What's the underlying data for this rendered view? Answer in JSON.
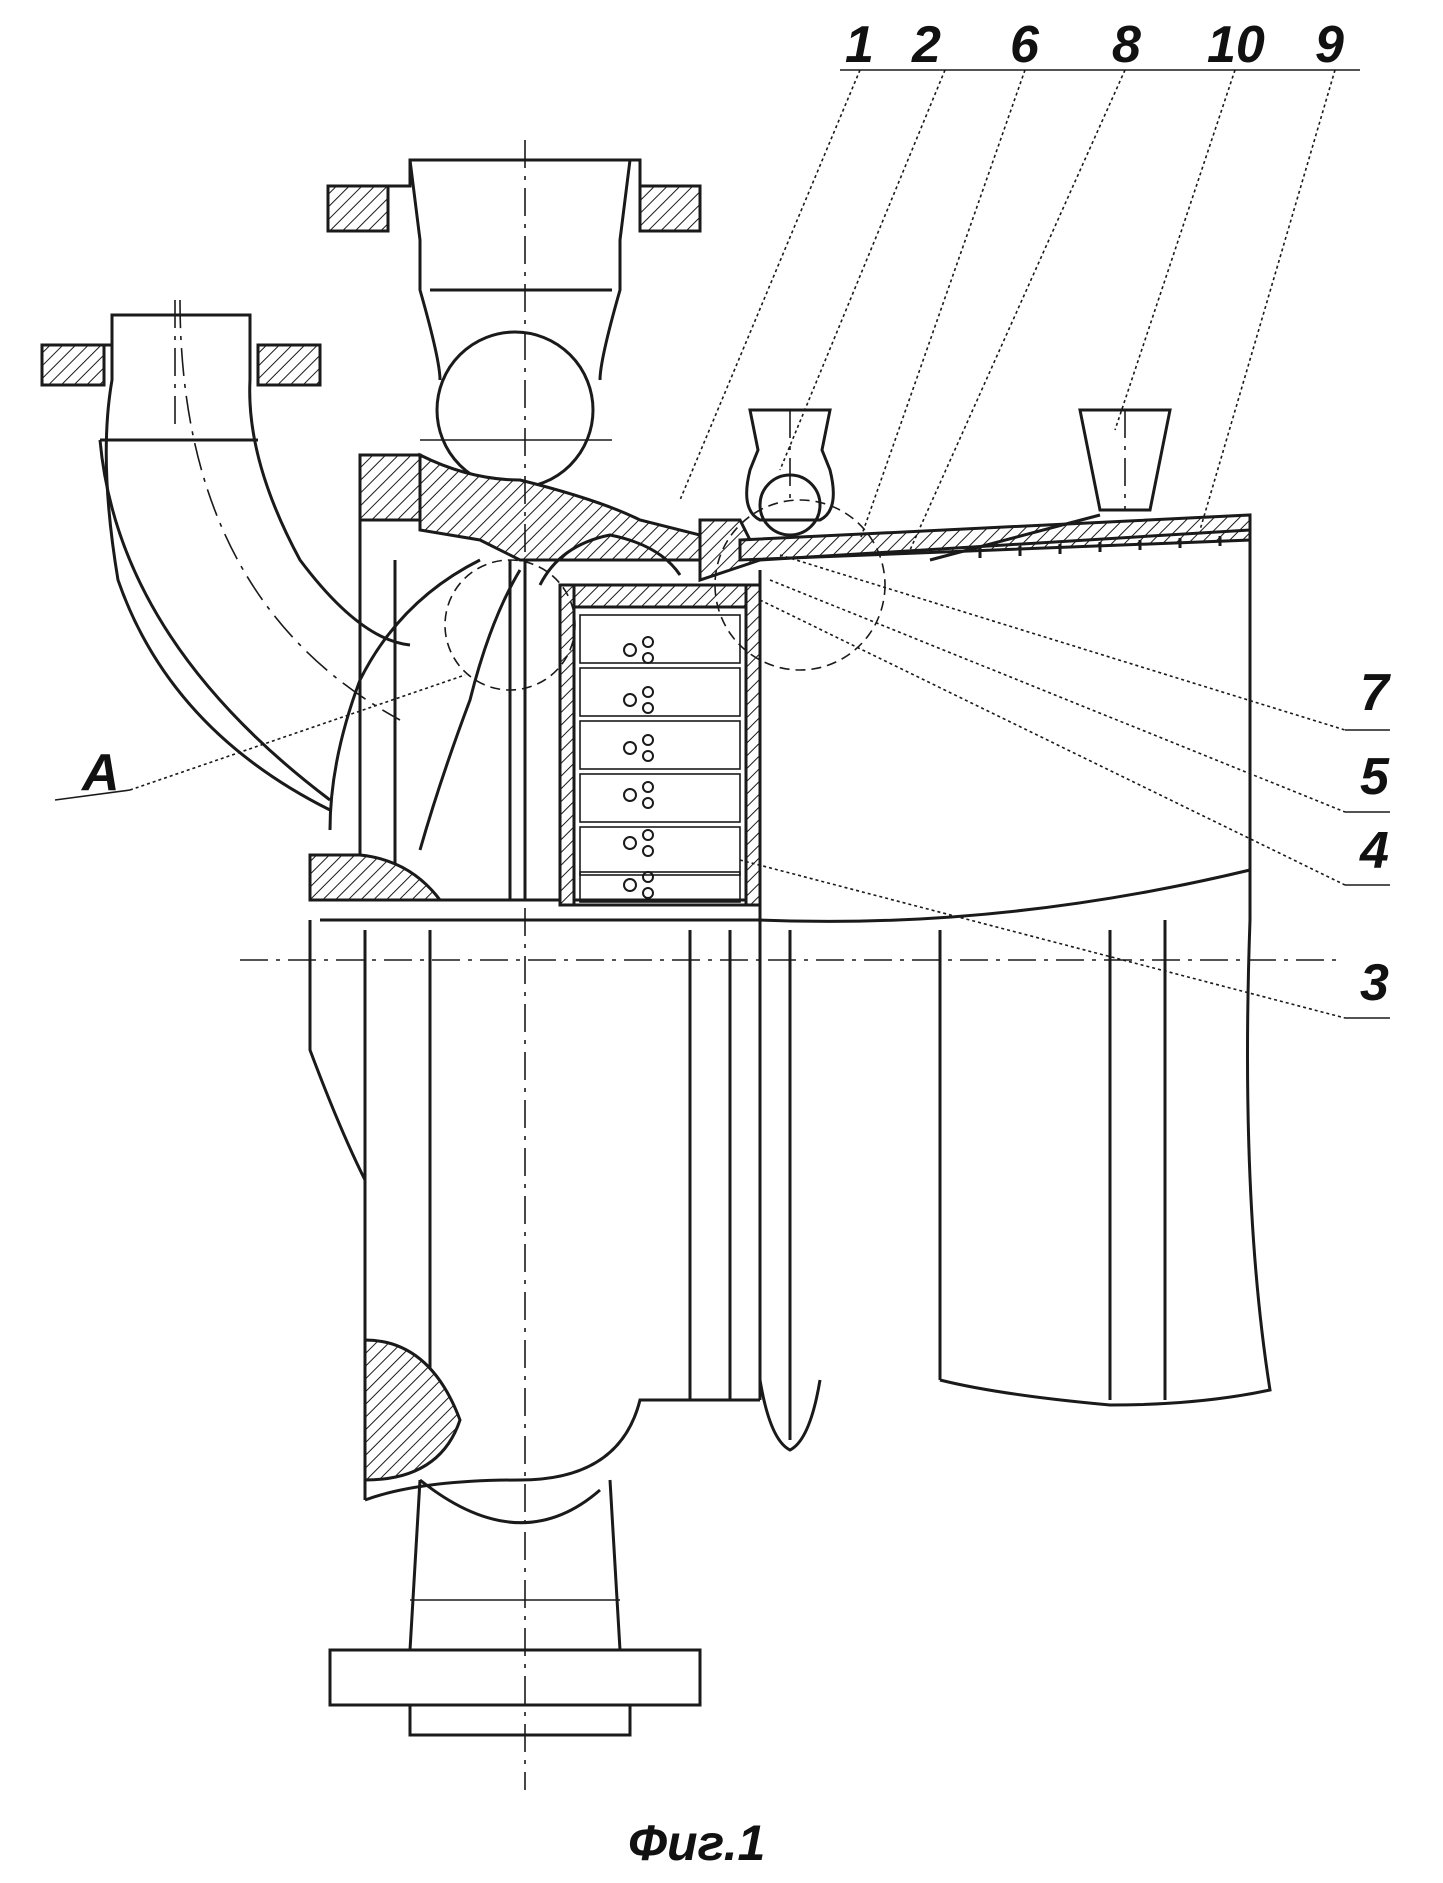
{
  "figure": {
    "caption": "Фиг.1",
    "callouts_top": [
      "1",
      "2",
      "6",
      "8",
      "10",
      "9"
    ],
    "callouts_right": [
      "7",
      "5",
      "4",
      "3"
    ],
    "detail_label": "A"
  }
}
